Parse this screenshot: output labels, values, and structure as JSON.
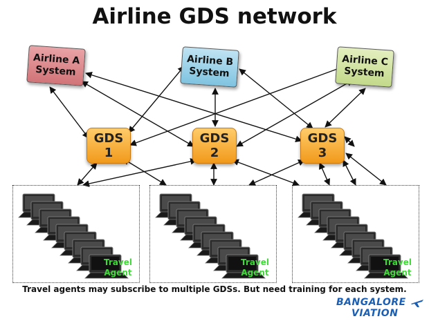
{
  "title": "Airline GDS network",
  "airlines": [
    {
      "line1": "Airline A",
      "line2": "System"
    },
    {
      "line1": "Airline B",
      "line2": "System"
    },
    {
      "line1": "Airline C",
      "line2": "System"
    }
  ],
  "gds": [
    {
      "line1": "GDS",
      "line2": "1"
    },
    {
      "line1": "GDS",
      "line2": "2"
    },
    {
      "line1": "GDS",
      "line2": "3"
    }
  ],
  "agent_label": {
    "line1": "Travel",
    "line2": "Agent"
  },
  "footnote": "Travel agents may subscribe to multiple GDSs. But need training for each system.",
  "logo": {
    "top": "BANGALORE",
    "bottom": "VIATION"
  },
  "colors": {
    "airline_a": "#d17478",
    "airline_b": "#7fc3e0",
    "airline_c": "#c3d98a",
    "gds": "#f19a1b",
    "agent_text": "#42d93a",
    "logo": "#1a5fb4"
  }
}
